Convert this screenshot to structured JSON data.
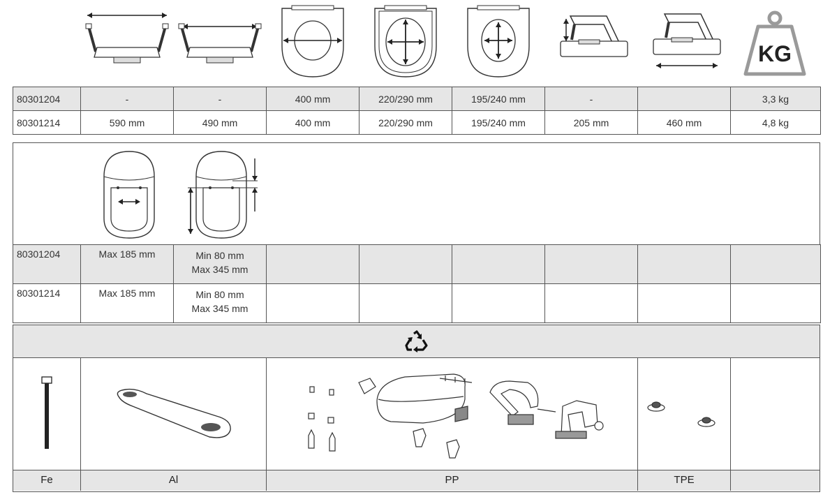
{
  "icons": [
    "seat-width-with-armrests-icon",
    "armrest-inner-width-icon",
    "seat-opening-width-icon",
    "seat-opening-dimensions-icon",
    "seat-opening-diagonal-icon",
    "seat-height-icon",
    "seat-depth-icon",
    "weight-kg-icon"
  ],
  "weight_icon_label": "KG",
  "table1": {
    "rows": [
      {
        "code": "80301204",
        "values": [
          "-",
          "-",
          "400 mm",
          "220/290 mm",
          "195/240 mm",
          "-",
          "",
          "3,3 kg"
        ]
      },
      {
        "code": "80301214",
        "values": [
          "590 mm",
          "490 mm",
          "400 mm",
          "220/290 mm",
          "195/240 mm",
          "205 mm",
          "460 mm",
          "4,8 kg"
        ]
      }
    ]
  },
  "table2": {
    "icons": [
      "hinge-spacing-icon",
      "hinge-position-range-icon"
    ],
    "rows": [
      {
        "code": "80301204",
        "c1": "Max 185 mm",
        "c2a": "Min 80 mm",
        "c2b": "Max 345 mm"
      },
      {
        "code": "80301214",
        "c1": "Max 185 mm",
        "c2a": "Min 80 mm",
        "c2b": "Max 345 mm"
      }
    ]
  },
  "materials": {
    "recycle_icon": "recycle-icon",
    "labels": {
      "fe": "Fe",
      "al": "Al",
      "pp": "PP",
      "tpe": "TPE"
    }
  }
}
